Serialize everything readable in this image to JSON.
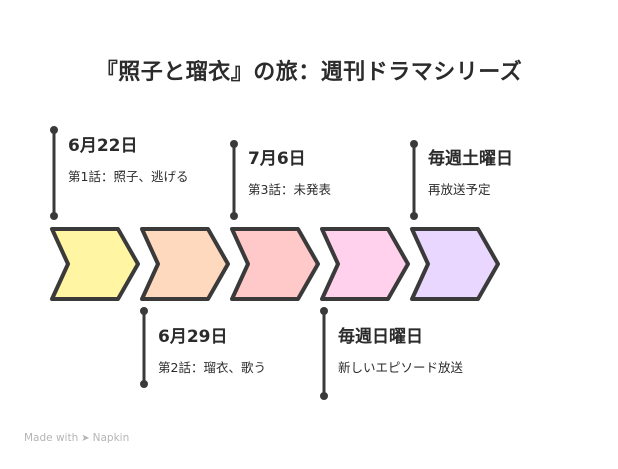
{
  "title": "『照子と瑠衣』の旅：週刊ドラマシリーズ",
  "events": [
    {
      "date": "6月22日",
      "desc": "第1話：照子、逃げる",
      "color": "#fff5a3"
    },
    {
      "date": "6月29日",
      "desc": "第2話：瑠衣、歌う",
      "color": "#ffd9bd"
    },
    {
      "date": "7月6日",
      "desc": "第3話：未発表",
      "color": "#ffc9c9"
    },
    {
      "date": "毎週日曜日",
      "desc": "新しいエピソード放送",
      "color": "#ffd1ec"
    },
    {
      "date": "毎週土曜日",
      "desc": "再放送予定",
      "color": "#ead7ff"
    }
  ],
  "footer": {
    "made_with": "Made with",
    "brand": "Napkin",
    "icon": "napkin-logo-icon"
  }
}
